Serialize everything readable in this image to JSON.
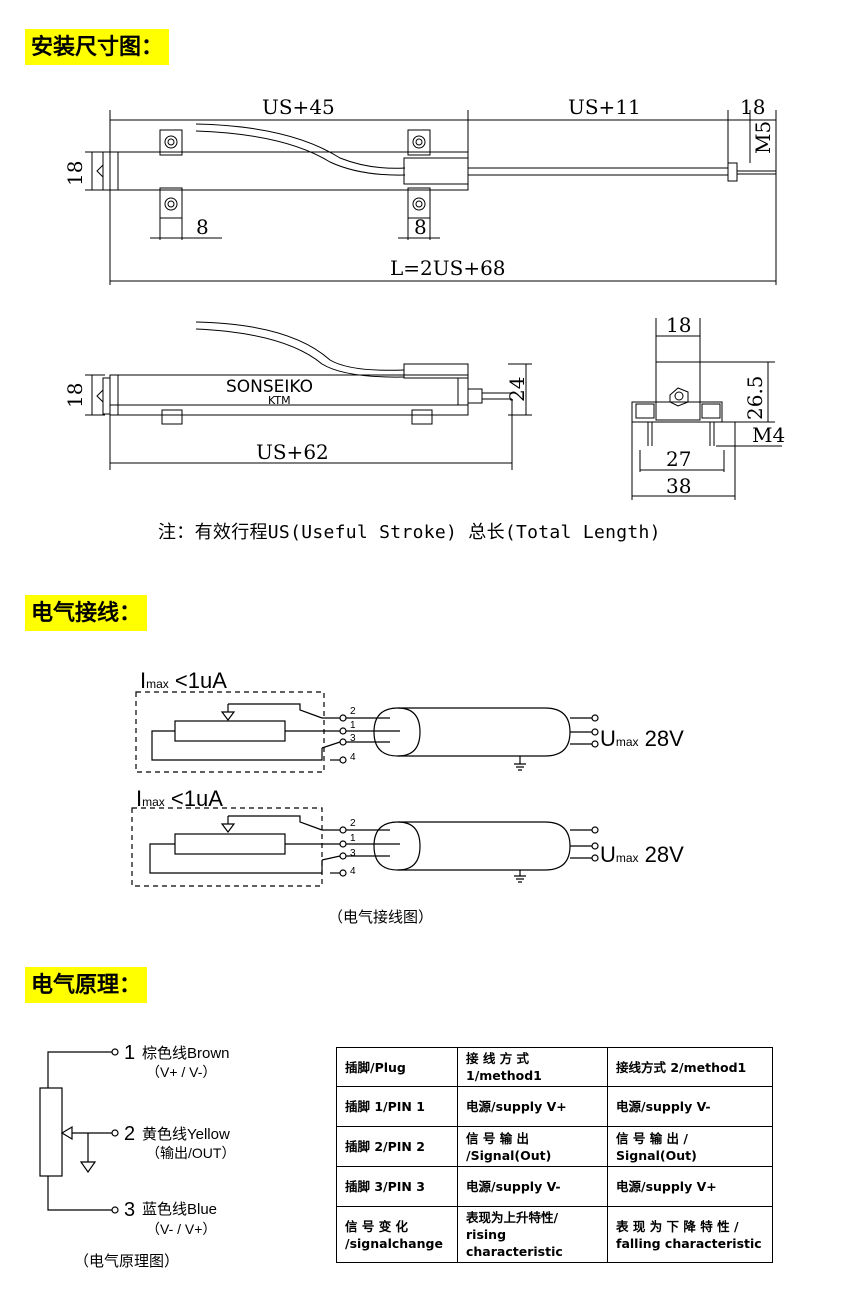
{
  "sections": {
    "dimensions_title": "安装尺寸图：",
    "wiring_title": "电气接线：",
    "principle_title": "电气原理：",
    "highlight_color": "#ffff00"
  },
  "dimensions": {
    "top_view": {
      "us45": "US+45",
      "us11": "US+11",
      "d18_right": "18",
      "m5": "M5",
      "height18": "18",
      "foot8_left": "8",
      "foot8_right": "8",
      "total_length": "L=2US+68"
    },
    "side_view": {
      "height18": "18",
      "brand": "SONSEIKO",
      "model": "KTM",
      "d24": "24",
      "us62": "US+62"
    },
    "end_view": {
      "w18": "18",
      "h26_5": "26.5",
      "m4": "M4",
      "w27": "27",
      "w38": "38"
    },
    "note": "注：有效行程US(Useful Stroke) 总长(Total Length)"
  },
  "wiring": {
    "diagrams": [
      {
        "imax": "I",
        "imax_sub": "max",
        "imax_val": " <1uA",
        "umax": "U",
        "umax_sub": "max",
        "umax_val": " 28V",
        "pins": [
          "2",
          "1",
          "3",
          "4"
        ]
      },
      {
        "imax": "I",
        "imax_sub": "max",
        "imax_val": " <1uA",
        "umax": "U",
        "umax_sub": "max",
        "umax_val": " 28V",
        "pins": [
          "2",
          "1",
          "3",
          "4"
        ]
      }
    ],
    "caption": "（电气接线图）"
  },
  "principle": {
    "wires": [
      {
        "num": "1",
        "name": "棕色线Brown",
        "role": "（V+ / V-）"
      },
      {
        "num": "2",
        "name": "黄色线Yellow",
        "role": "（输出/OUT）"
      },
      {
        "num": "3",
        "name": "蓝色线Blue",
        "role": "（V- / V+）"
      }
    ],
    "caption": "（电气原理图）"
  },
  "pin_table": {
    "rows": [
      [
        "插脚/Plug",
        "接 线 方 式 1/method1",
        "接线方式 2/method1"
      ],
      [
        "插脚 1/PIN 1",
        "电源/supply    V+",
        "电源/supply    V-"
      ],
      [
        "插脚 2/PIN 2",
        "信 号 输 出 /Signal(Out)",
        "信 号 输 出 / Signal(Out)"
      ],
      [
        "插脚 3/PIN 3",
        "电源/supply    V-",
        "电源/supply    V+"
      ],
      [
        "信 号 变 化 /signalchange",
        "表现为上升特性/ rising characteristic",
        "表 现 为 下 降 特 性 / falling characteristic"
      ]
    ]
  }
}
